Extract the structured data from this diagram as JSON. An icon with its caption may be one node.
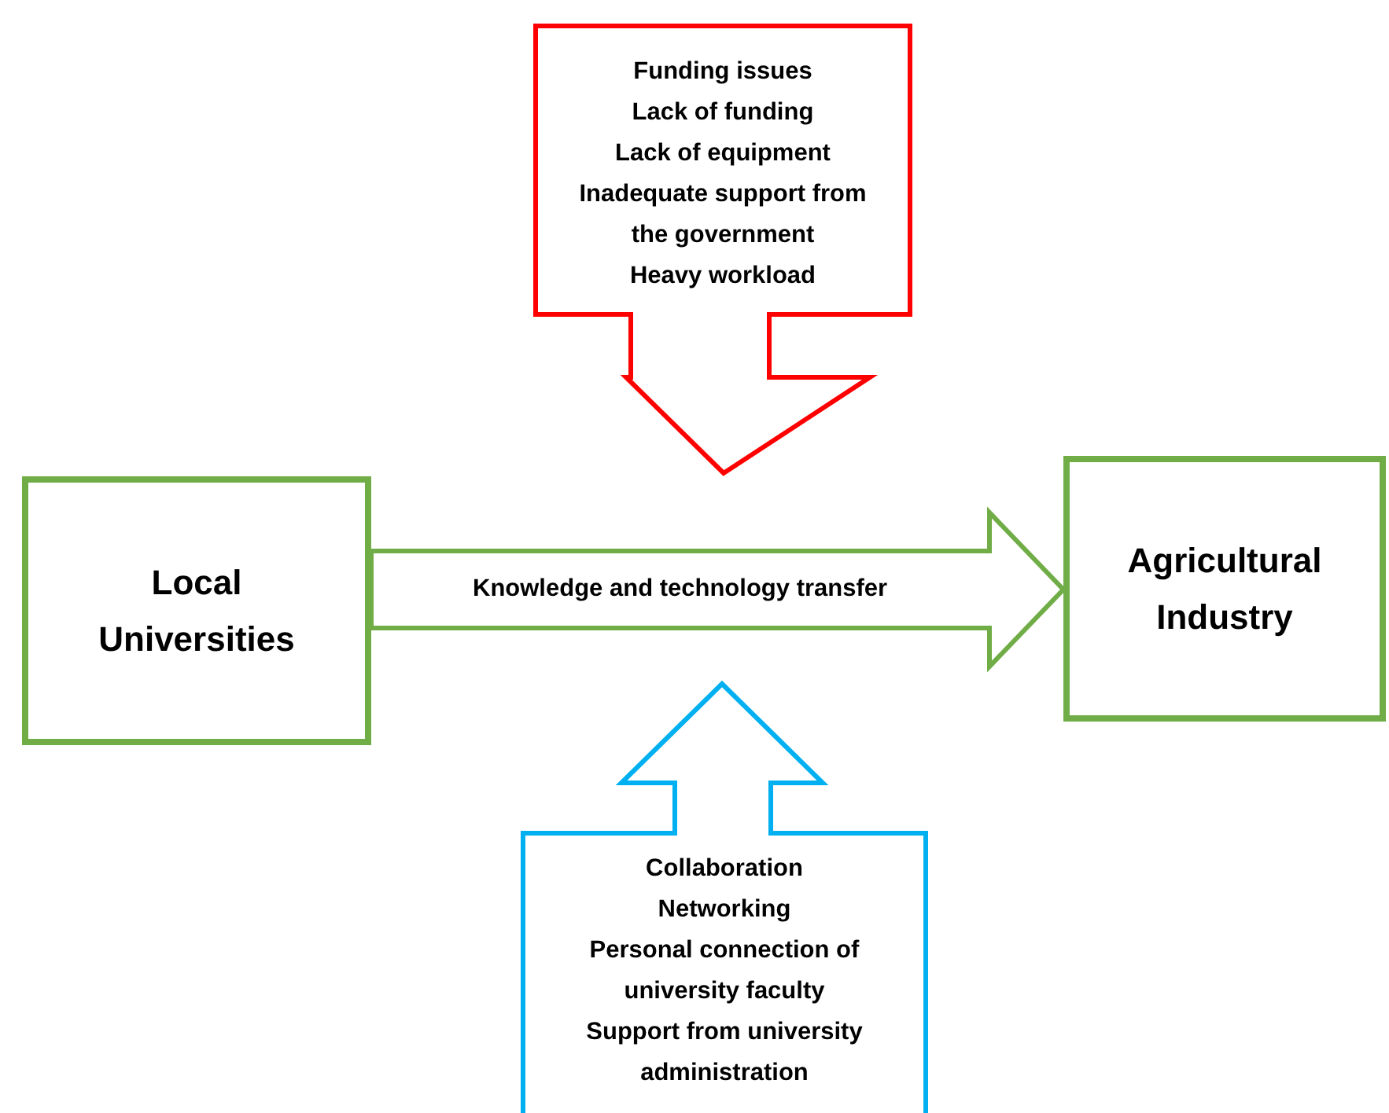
{
  "diagram": {
    "nodes": [
      {
        "text": [
          "Local Universities"
        ]
      },
      {
        "text": [
          "Agricultural Industry"
        ]
      },
      {
        "text": [
          "Funding issues",
          "Lack of funding",
          "Lack of equipment",
          "Inadequate support from the government",
          "Heavy workload"
        ]
      },
      {
        "text": [
          "Collaboration",
          "Networking",
          "Personal connection of university faculty",
          "Support from university administration"
        ]
      }
    ],
    "edges": [
      {
        "from": 0,
        "to": 1,
        "arrow": "to",
        "label": "Knowledge and technology transfer"
      }
    ]
  }
}
